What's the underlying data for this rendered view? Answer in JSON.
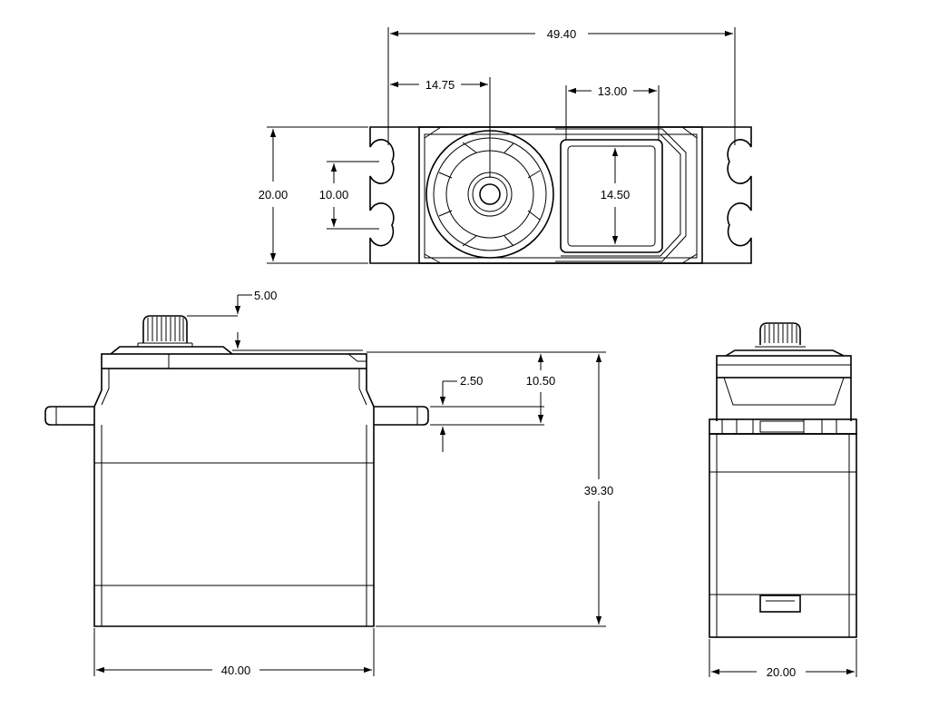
{
  "diagram": {
    "views": [
      "top-view",
      "front-view",
      "side-view"
    ],
    "dimensions": {
      "top_overall_length": "49.40",
      "top_hole_to_shaft": "14.75",
      "top_window_width": "13.00",
      "top_body_height": "20.00",
      "top_hole_spacing": "10.00",
      "top_window_height": "14.50",
      "front_spline_height": "5.00",
      "front_tab_thickness": "2.50",
      "front_top_to_tab": "10.50",
      "front_total_height": "39.30",
      "front_body_width": "40.00",
      "side_body_width": "20.00"
    }
  }
}
